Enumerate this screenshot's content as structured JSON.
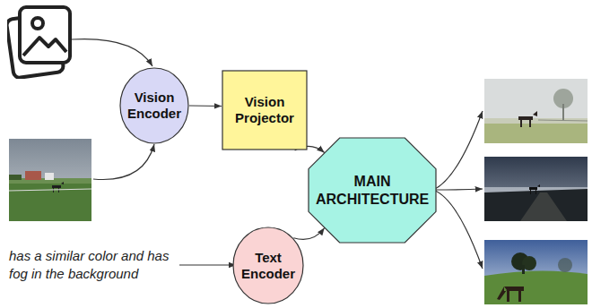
{
  "diagram": {
    "nodes": [
      {
        "text": [
          "Vision Encoder"
        ]
      },
      {
        "text": [
          "Vision Projector"
        ]
      },
      {
        "text": [
          "MAIN ARCHITECTURE"
        ]
      },
      {
        "text": [
          "Text Encoder"
        ]
      }
    ],
    "edges": [
      {
        "from": 0,
        "to": 1,
        "arrow": "to"
      },
      {
        "from": 1,
        "to": 2,
        "arrow": "to"
      },
      {
        "from": 3,
        "to": 2,
        "arrow": "to"
      }
    ],
    "labels": [
      "has a similar color and has fog in the background"
    ]
  }
}
